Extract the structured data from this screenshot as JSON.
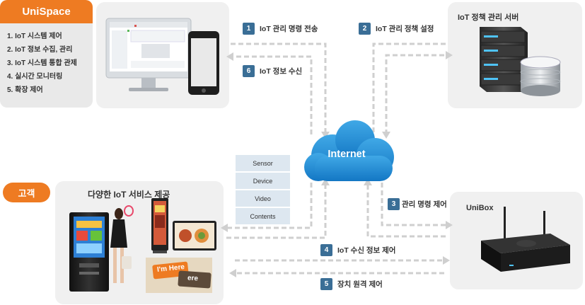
{
  "unispace": {
    "title": "UniSpace",
    "items": [
      "1. IoT 시스템 제어",
      "2. IoT 정보 수집, 관리",
      "3. IoT 시스템 통합 관제",
      "4. 실시간 모니터링",
      "5. 확장 제어"
    ]
  },
  "server": {
    "title": "IoT 정책 관리 서버"
  },
  "internet": {
    "label": "Internet"
  },
  "customer": {
    "badge": "고객",
    "service_title": "다양한 IoT 서비스 제공",
    "sign_text_1": "I'm Here",
    "sign_text_2": "ere"
  },
  "unibox": {
    "title": "UniBox"
  },
  "steps": [
    {
      "num": "1",
      "label": "IoT 관리 명령 전송"
    },
    {
      "num": "2",
      "label": "IoT 관리 정책 설정"
    },
    {
      "num": "3",
      "label": "관리 명령 제어"
    },
    {
      "num": "4",
      "label": "IoT 수신 정보 제어"
    },
    {
      "num": "5",
      "label": "장치 원격 제어"
    },
    {
      "num": "6",
      "label": "IoT 정보 수신"
    }
  ],
  "data_types": [
    "Sensor",
    "Device",
    "Video",
    "Contents"
  ]
}
